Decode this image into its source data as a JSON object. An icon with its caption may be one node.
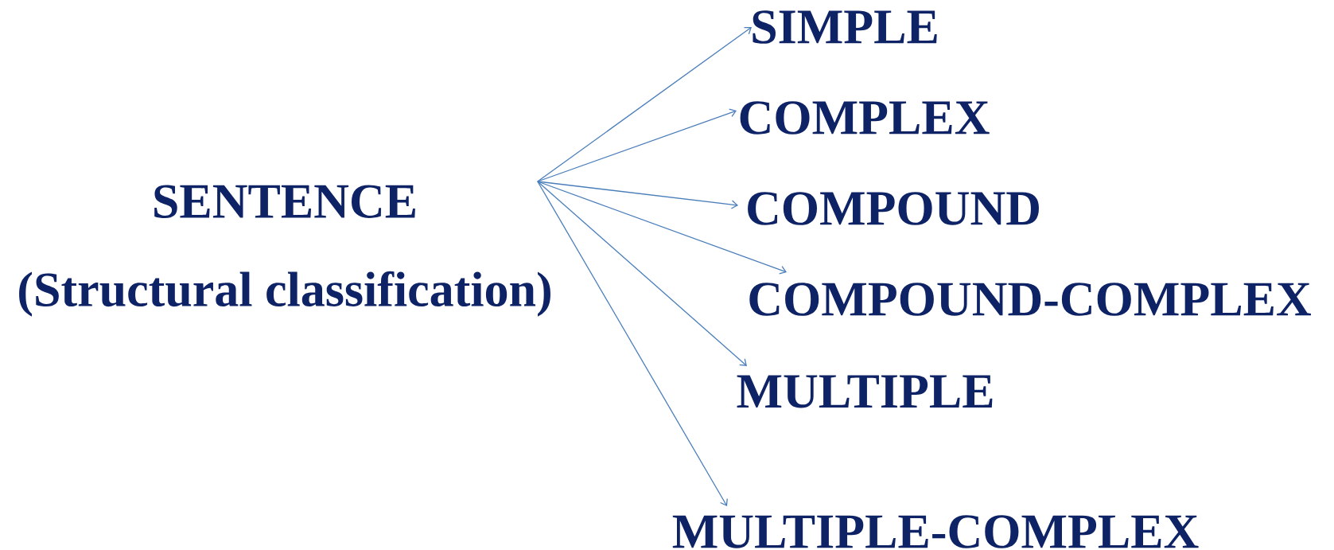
{
  "diagram": {
    "nodes": [
      {
        "text": [
          "SENTENCE",
          "(Structural classification)"
        ]
      },
      {
        "text": [
          "SIMPLE"
        ]
      },
      {
        "text": [
          "COMPLEX"
        ]
      },
      {
        "text": [
          "COMPOUND"
        ]
      },
      {
        "text": [
          "COMPOUND-COMPLEX"
        ]
      },
      {
        "text": [
          "MULTIPLE"
        ]
      },
      {
        "text": [
          "MULTIPLE-COMPLEX"
        ]
      }
    ],
    "edges": [
      {
        "from": 0,
        "to": 1,
        "arrow": "to"
      },
      {
        "from": 0,
        "to": 2,
        "arrow": "to"
      },
      {
        "from": 0,
        "to": 3,
        "arrow": "to"
      },
      {
        "from": 0,
        "to": 4,
        "arrow": "to"
      },
      {
        "from": 0,
        "to": 5,
        "arrow": "to"
      },
      {
        "from": 0,
        "to": 6,
        "arrow": "to"
      }
    ]
  }
}
